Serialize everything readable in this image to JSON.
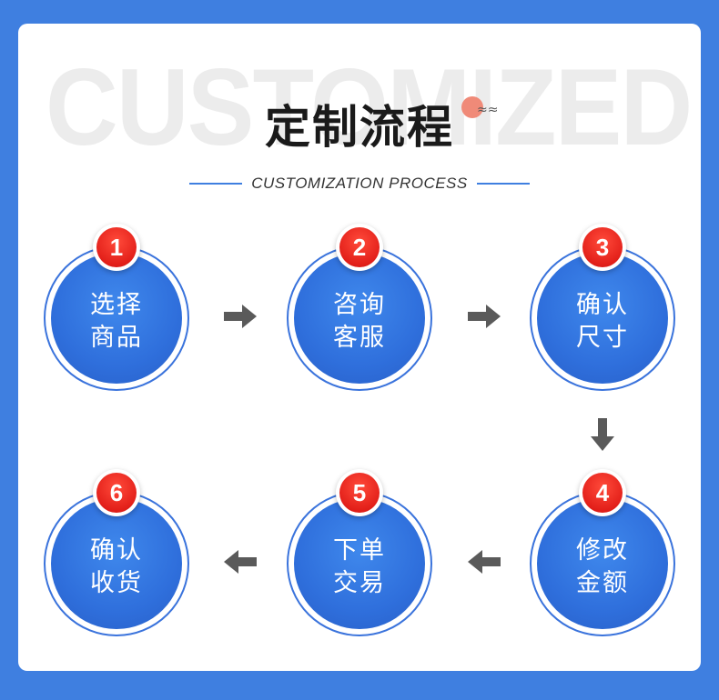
{
  "header": {
    "watermark": "CUSTOMIZED",
    "title": "定制流程",
    "waves": "≈≈",
    "subtitle": "CUSTOMIZATION PROCESS"
  },
  "steps": [
    {
      "number": "1",
      "line1": "选择",
      "line2": "商品"
    },
    {
      "number": "2",
      "line1": "咨询",
      "line2": "客服"
    },
    {
      "number": "3",
      "line1": "确认",
      "line2": "尺寸"
    },
    {
      "number": "4",
      "line1": "修改",
      "line2": "金额"
    },
    {
      "number": "5",
      "line1": "下单",
      "line2": "交易"
    },
    {
      "number": "6",
      "line1": "确认",
      "line2": "收货"
    }
  ],
  "colors": {
    "background": "#3f7fe0",
    "circle": "#2f6fdc",
    "badge": "#e3201a",
    "arrow": "#5a5a5a"
  }
}
